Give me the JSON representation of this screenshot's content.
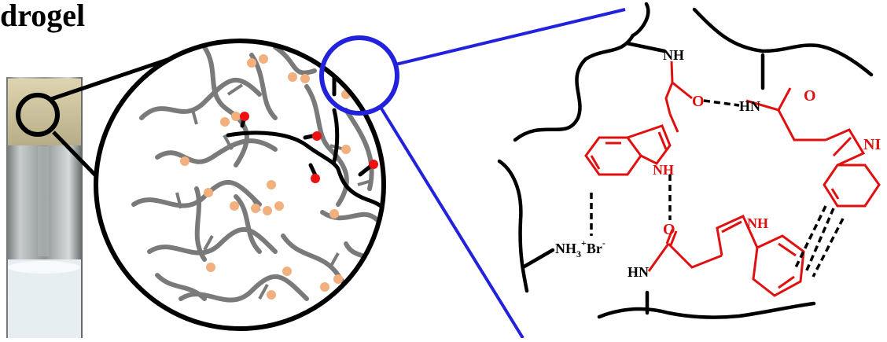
{
  "title": "drogel",
  "colors": {
    "black": "#000000",
    "grey_chain": "#7a7a7a",
    "bead": "#f2b07e",
    "crosslink": "#ee1111",
    "indole": "#e01010",
    "zoom_line": "#2222dd"
  },
  "labels": {
    "nh_top": "NH",
    "o_left": "O",
    "hn_mid": "HN",
    "o_right": "O",
    "nh_indole_left": "NH",
    "o_bottom": "O",
    "nh_indole_bottom": "NH",
    "hn_bottom": "HN",
    "nh_right": "NI",
    "ammonium": "NH",
    "ammonium_sub": "3",
    "ammonium_sup": "+",
    "bromide": "Br",
    "bromide_sup": "-"
  }
}
